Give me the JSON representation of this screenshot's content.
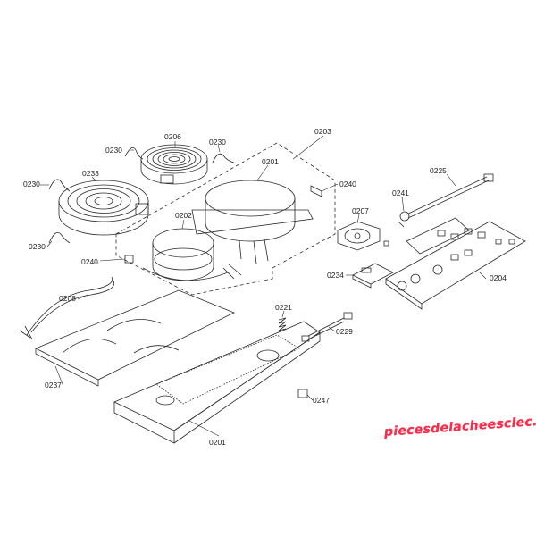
{
  "callouts": {
    "p0203": "0203",
    "p0206": "0206",
    "p0230_a": "0230",
    "p0230_b": "0230",
    "p0230_c": "0230",
    "p0230_d": "0230",
    "p0233": "0233",
    "p0201_top": "0201",
    "p0240_a": "0240",
    "p0240_b": "0240",
    "p0202": "0202",
    "p0225": "0225",
    "p0241": "0241",
    "p0207": "0207",
    "p0234": "0234",
    "p0204": "0204",
    "p0208": "0208",
    "p0221": "0221",
    "p0229": "0229",
    "p0237": "0237",
    "p0247": "0247",
    "p0201_bottom": "0201"
  },
  "watermark": "piecesdelacheesclec.com",
  "colors": {
    "line": "#2a2a2a",
    "watermark": "#ff2b4a",
    "background": "#ffffff"
  }
}
